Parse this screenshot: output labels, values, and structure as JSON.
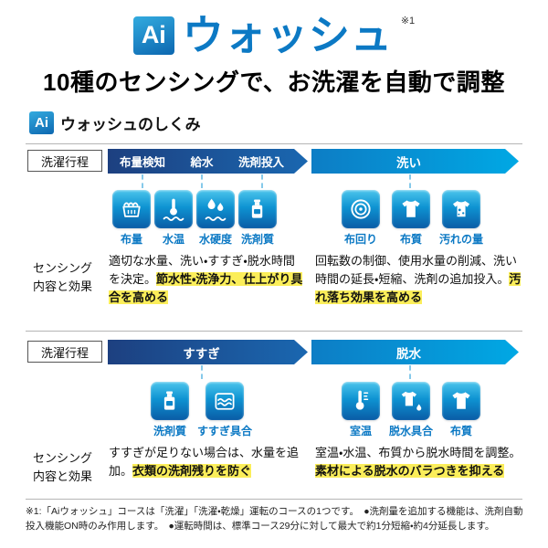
{
  "header": {
    "ai_logo": "Ai",
    "title": "ウォッシュ",
    "note": "※1",
    "headline": "10種のセンシングで、お洗濯を自動で調整"
  },
  "section": {
    "ai_logo": "Ai",
    "title": "ウォッシュのしくみ"
  },
  "labels": {
    "process": "洗濯行程",
    "sensing": "センシング内容と効果"
  },
  "colors": {
    "brand_blue": "#0c79c4",
    "arrow_dark_blue": "#1d4080",
    "arrow_cyan": "#00a8e4",
    "highlight_yellow": "#fbee5a"
  },
  "stage1": {
    "steps": [
      "布量検知",
      "給水",
      "洗剤投入"
    ],
    "wash_arrow": "洗い",
    "left": {
      "icons": [
        {
          "name": "laundry-basket-icon",
          "label": "布量"
        },
        {
          "name": "water-thermometer-icon",
          "label": "水温"
        },
        {
          "name": "water-hardness-icon",
          "label": "水硬度"
        },
        {
          "name": "detergent-bottle-icon",
          "label": "洗剤質"
        }
      ],
      "text": "適切な水量、洗い・すすぎ・脱水時間を決定。",
      "highlight": "節水性・洗浄力、仕上がり具合を高める"
    },
    "right": {
      "icons": [
        {
          "name": "drum-rotation-icon",
          "label": "布回り"
        },
        {
          "name": "shirt-icon",
          "label": "布質"
        },
        {
          "name": "soiled-shirt-icon",
          "label": "汚れの量"
        }
      ],
      "text": "回転数の制御、使用水量の削減、洗い時間の延長・短縮、洗剤の追加投入。",
      "highlight": "汚れ落ち効果を高める"
    }
  },
  "stage2": {
    "rinse_arrow": "すすぎ",
    "spin_arrow": "脱水",
    "left": {
      "icons": [
        {
          "name": "detergent-bottle-icon",
          "label": "洗剤質"
        },
        {
          "name": "rinse-level-icon",
          "label": "すすぎ具合"
        }
      ],
      "text": "すすぎが足りない場合は、水量を追加。",
      "highlight": "衣類の洗剤残りを防ぐ"
    },
    "right": {
      "icons": [
        {
          "name": "room-thermometer-icon",
          "label": "室温"
        },
        {
          "name": "spin-dryness-icon",
          "label": "脱水具合"
        },
        {
          "name": "shirt-icon",
          "label": "布質"
        }
      ],
      "text": "室温・水温、布質から脱水時間を調整。",
      "highlight": "素材による脱水のバラつきを抑える"
    }
  },
  "footnote": "※1:「Aiウォッシュ」コースは「洗濯」「洗濯・乾燥」運転のコースの1つです。　●洗剤量を追加する機能は、洗剤自動投入機能ON時のみ作用します。　●運転時間は、標準コース29分に対して最大で約1分短縮・約4分延長します。"
}
